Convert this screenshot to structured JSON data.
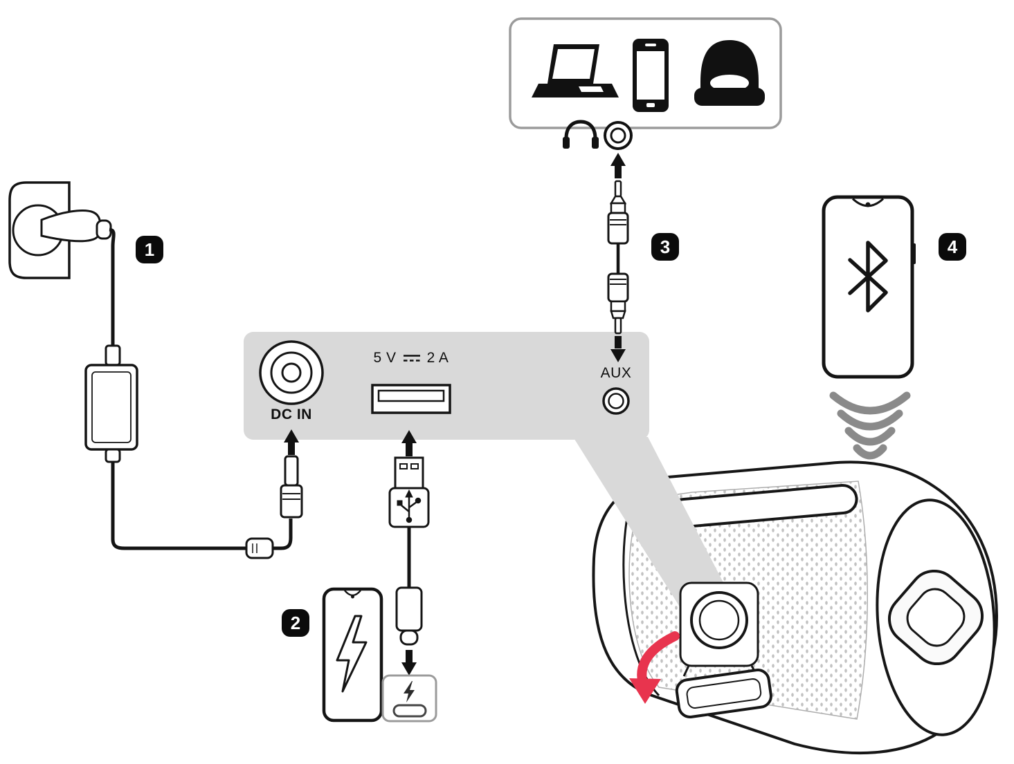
{
  "steps": {
    "power": {
      "badge": "1"
    },
    "usb_charging": {
      "badge": "2"
    },
    "aux_input": {
      "badge": "3"
    },
    "bluetooth": {
      "badge": "4"
    }
  },
  "rear_panel": {
    "dc_in_label": "DC IN",
    "usb_voltage": "5 V",
    "usb_current": "2 A",
    "usb_rating_full": "5 V ⎓ 2 A",
    "aux_label": "AUX"
  },
  "colors": {
    "panel_gray": "#d9d9d9",
    "device_box_gray": "#9b9b9b",
    "wireless_wave_gray": "#8a8a8a",
    "arrow_red": "#e8344e",
    "outline_black": "#141414"
  },
  "icon_names": [
    "wall-outlet-icon",
    "power-plug-icon",
    "ac-adapter-icon",
    "ferrite-bead-icon",
    "dc-plug-icon",
    "dc-in-port",
    "usb-port",
    "usb-a-plug-icon",
    "usb-c-plug-icon",
    "charging-phone-icon",
    "charge-port-icon",
    "aux-port",
    "aux-cable-icon",
    "headphones-icon",
    "laptop-icon",
    "smartphone-icon",
    "headset-icon",
    "bluetooth-phone-icon",
    "bluetooth-icon",
    "wireless-waves-icon",
    "portable-speaker-illustration",
    "open-door-arrow-icon"
  ]
}
